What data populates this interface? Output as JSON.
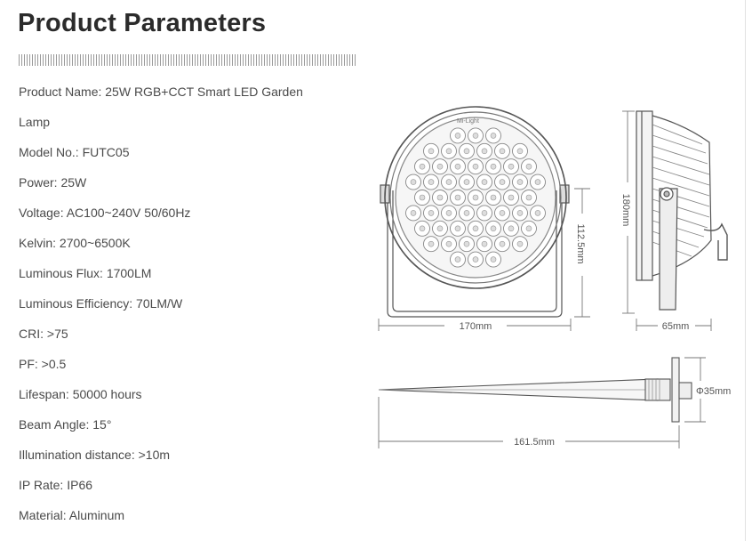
{
  "title": "Product Parameters",
  "specs": [
    "Product Name:  25W RGB+CCT Smart LED Garden",
    "Lamp",
    "Model No.:  FUTC05",
    "Power:  25W",
    "Voltage:  AC100~240V    50/60Hz",
    "Kelvin:  2700~6500K",
    "Luminous Flux:  1700LM",
    "Luminous Efficiency:  70LM/W",
    "CRI:  >75",
    "PF:  >0.5",
    "Lifespan: 50000 hours",
    "Beam Angle: 15°",
    "Illumination distance: >10m",
    "IP Rate: IP66",
    "Material: Aluminum"
  ],
  "drawing": {
    "brand_label": "Mi-Light",
    "dim_width": "170mm",
    "dim_height_front": "112.5mm",
    "dim_height_side": "180mm",
    "dim_depth": "65mm",
    "dim_spike_diameter": "Φ35mm",
    "dim_spike_length": "161.5mm"
  }
}
